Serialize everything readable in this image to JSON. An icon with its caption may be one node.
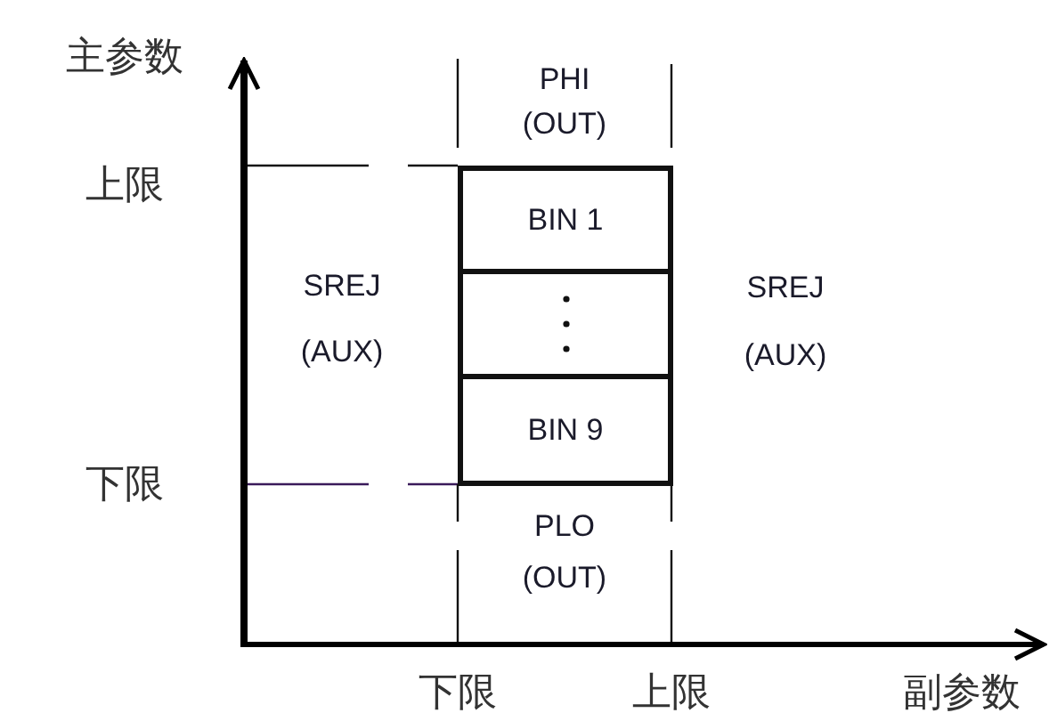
{
  "diagram": {
    "nodes": [
      {
        "text": [
          "BIN 1"
        ]
      },
      {
        "text": [],
        "shape": "box"
      },
      {
        "text": [
          "BIN 9"
        ]
      }
    ],
    "labels": [
      "主参数",
      "PHI",
      "(OUT)",
      "上限",
      "SREJ",
      "SREJ",
      "(AUX)",
      "(AUX)",
      "下限",
      "PLO",
      "(OUT)",
      "下限",
      "上限",
      "副参数"
    ]
  }
}
